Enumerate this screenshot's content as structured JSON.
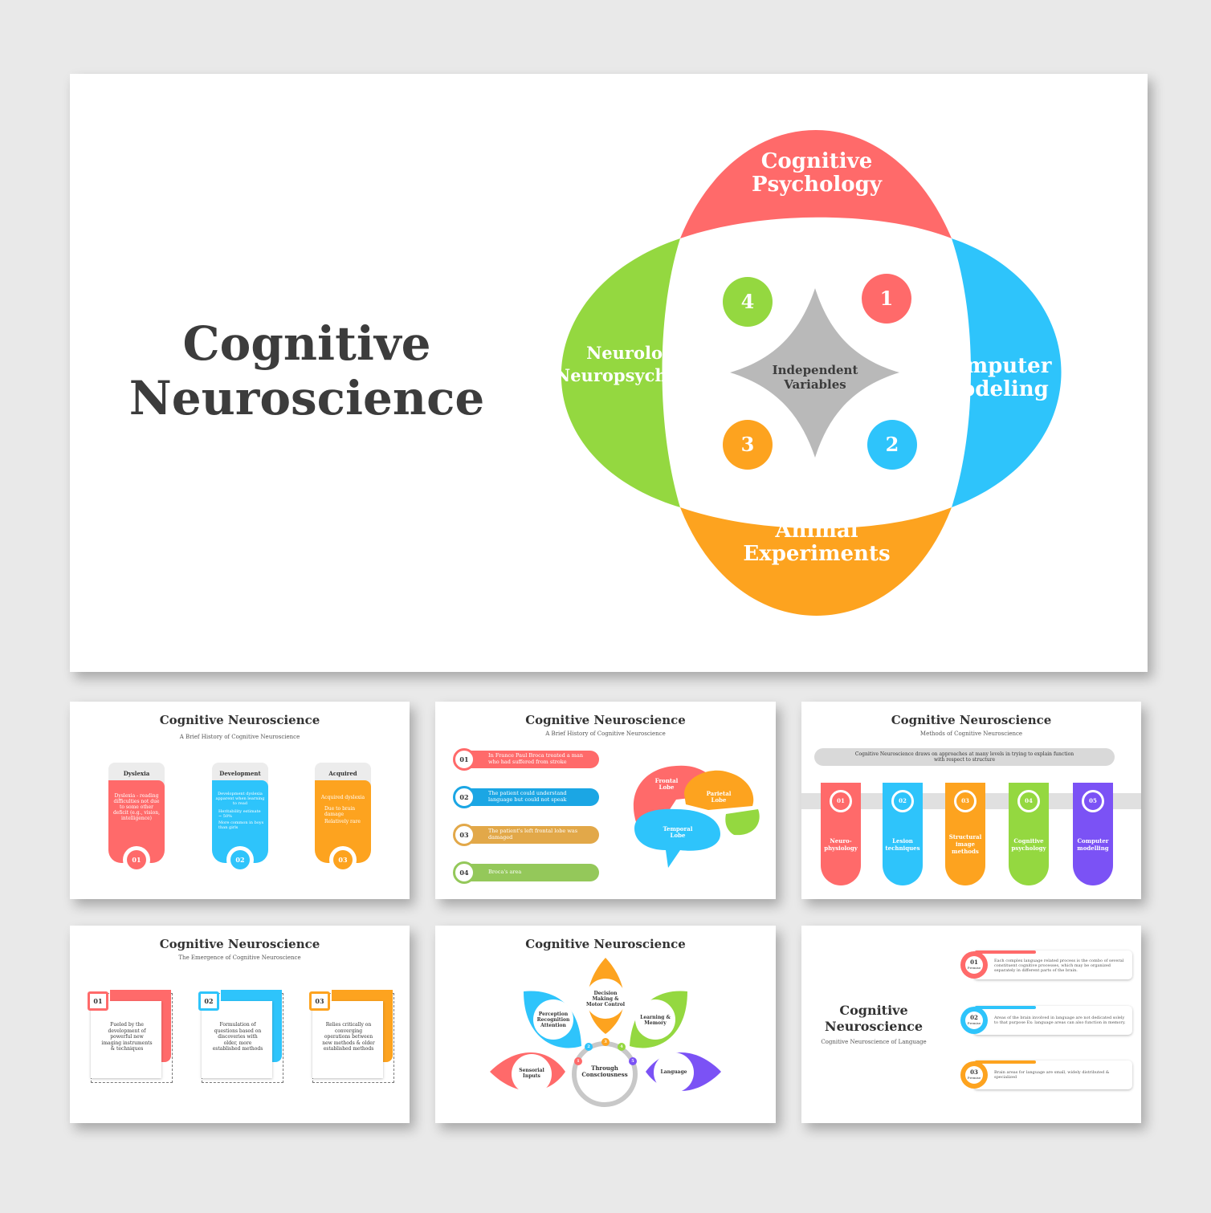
{
  "colors": {
    "red": "#ff6a6a",
    "blue": "#2ec4fb",
    "green": "#94d840",
    "orange": "#fda31f",
    "gray": "#b9b9b9",
    "purple": "#7b52f5",
    "text": "#3c3c3c"
  },
  "main": {
    "title_line1": "Cognitive",
    "title_line2": "Neuroscience",
    "petals": {
      "top": {
        "line1": "Cognitive",
        "line2": "Psychology"
      },
      "right": {
        "line1": "Computer",
        "line2": "Modeling"
      },
      "bottom": {
        "line1": "Animal",
        "line2": "Experiments"
      },
      "left": {
        "line1": "Neurology",
        "line2": "Neuropsychology"
      }
    },
    "numbers": [
      "1",
      "2",
      "3",
      "4"
    ],
    "center": {
      "line1": "Independent",
      "line2": "Variables"
    }
  },
  "thumb1": {
    "title": "Cognitive Neuroscience",
    "subtitle": "A Brief History of Cognitive Neuroscience",
    "cards": [
      {
        "header": "Dyslexia",
        "body": "Dyslexia - reading difficulties not due to some other deficit (e.g., vision, intelligence)",
        "num": "01"
      },
      {
        "header": "Development",
        "body": "Development dyslexia apparent when learning to read",
        "bullet1": "Heritability estimate ~ 50%",
        "bullet2": "More common in boys than girls",
        "num": "02"
      },
      {
        "header": "Acquired",
        "body": "Acquired dyslexia",
        "bullet1": "Due to brain damage",
        "bullet2": "Relatively rare",
        "num": "03"
      }
    ]
  },
  "thumb2": {
    "title": "Cognitive Neuroscience",
    "subtitle": "A Brief History of Cognitive Neuroscience",
    "items": [
      {
        "num": "01",
        "text": "In France Paul Broca treated a man who had suffered from stroke"
      },
      {
        "num": "02",
        "text": "The patient could understand language but could not speak"
      },
      {
        "num": "03",
        "text": "The patient's left frontal lobe was damaged"
      },
      {
        "num": "04",
        "text": "Broca's area"
      }
    ],
    "brain": {
      "frontal": "Frontal Lobe",
      "parietal": "Parietal Lobe",
      "temporal": "Temporal Lobe"
    }
  },
  "thumb3": {
    "title": "Cognitive Neuroscience",
    "subtitle": "Methods of Cognitive Neuroscience",
    "banner": "Cognitive Neuroscience draws on approaches at many levels in trying to explain function with respect to structure",
    "tubes": [
      {
        "num": "01",
        "label": "Neuro-physiology"
      },
      {
        "num": "02",
        "label": "Lesion techniques"
      },
      {
        "num": "03",
        "label": "Structural image methods"
      },
      {
        "num": "04",
        "label": "Cognitive psychology"
      },
      {
        "num": "05",
        "label": "Computer modelling"
      }
    ]
  },
  "thumb4": {
    "title": "Cognitive Neuroscience",
    "subtitle": "The Emergence of Cognitive Neuroscience",
    "notes": [
      {
        "num": "01",
        "text": "Fueled by the development of powerful new imaging instruments & techniques"
      },
      {
        "num": "02",
        "text": "Formulation of questions based on discoveries with older, more established methods"
      },
      {
        "num": "03",
        "text": "Relies critically on converging operations between new methods & older established methods"
      }
    ]
  },
  "thumb5": {
    "title": "Cognitive Neuroscience",
    "petals": [
      "Sensorial Inputs",
      "Perception Recognition Attention",
      "Decision Making & Motor Control",
      "Learning & Memory",
      "Language"
    ],
    "center": "Through Consciousness",
    "dots": [
      "1",
      "2",
      "3",
      "4",
      "5"
    ]
  },
  "thumb6": {
    "title_line1": "Cognitive",
    "title_line2": "Neuroscience",
    "subtitle": "Cognitive Neuroscience of Language",
    "premises": [
      {
        "num": "01",
        "label": "Premise",
        "text": "Each complex language related process is the combo of several constituent cognitive processes, which may be organized separately in different parts of the brain."
      },
      {
        "num": "02",
        "label": "Premise",
        "text": "Areas of the brain involved in language are not dedicated solely to that purpose Ex: language areas can also function in memory."
      },
      {
        "num": "03",
        "label": "Premise",
        "text": "Brain areas for language are small, widely distributed & specialized"
      }
    ]
  }
}
